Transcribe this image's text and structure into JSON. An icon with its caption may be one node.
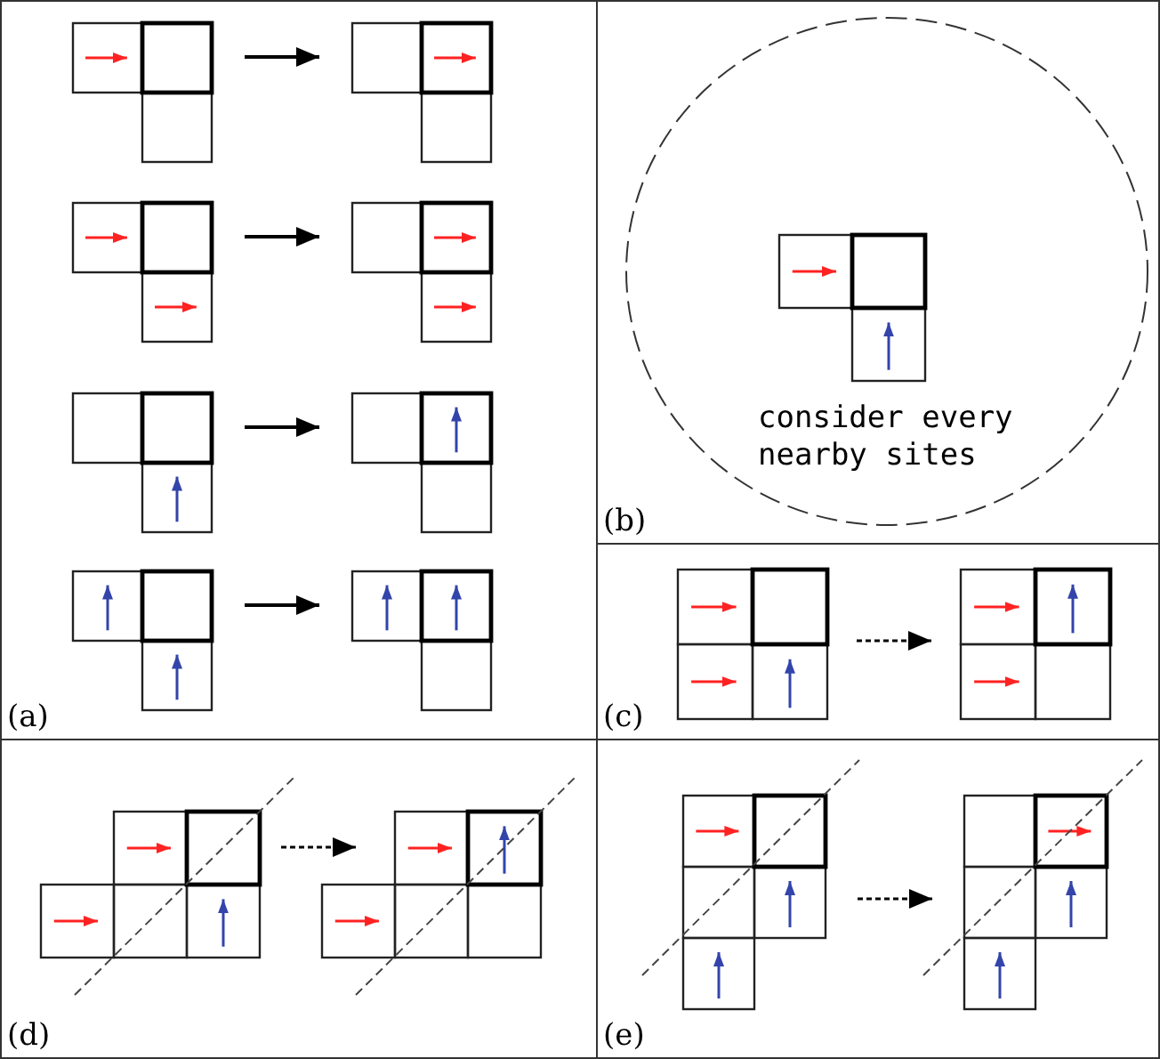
{
  "diagram": {
    "nodes": [
      {
        "text": [
          "(a)"
        ]
      },
      {
        "text": [],
        "shape": "box",
        "in": 0
      },
      {
        "text": [],
        "shape": "box",
        "in": 0
      },
      {
        "text": [],
        "shape": "box",
        "in": 0
      },
      {
        "text": [],
        "shape": "box",
        "in": 0
      },
      {
        "text": [],
        "shape": "box",
        "in": 0
      },
      {
        "text": [],
        "shape": "box",
        "in": 0
      },
      {
        "text": [],
        "shape": "box",
        "in": 0
      },
      {
        "text": [],
        "shape": "box",
        "in": 0
      },
      {
        "text": [
          "(b)"
        ]
      },
      {
        "text": [
          "consider every nearby sites"
        ],
        "in": 9
      },
      {
        "text": [],
        "shape": "box",
        "in": 10
      },
      {
        "text": [
          "(c)"
        ]
      },
      {
        "text": [],
        "shape": "box",
        "in": 12
      },
      {
        "text": [],
        "shape": "box",
        "in": 12
      },
      {
        "text": [
          "(d)"
        ]
      },
      {
        "text": [],
        "shape": "box",
        "in": 15
      },
      {
        "text": [],
        "shape": "box",
        "in": 15
      },
      {
        "text": [
          "(e)"
        ]
      },
      {
        "text": [],
        "shape": "box",
        "in": 18
      },
      {
        "text": [],
        "shape": "box",
        "in": 18
      }
    ],
    "edges": [
      {
        "from": 1,
        "to": 2,
        "arrow": "to"
      },
      {
        "from": 3,
        "to": 4,
        "arrow": "to"
      },
      {
        "from": 5,
        "to": 6,
        "arrow": "to"
      },
      {
        "from": 7,
        "to": 8,
        "arrow": "to"
      },
      {
        "from": 13,
        "to": 14,
        "arrow": "to",
        "style": "dashed"
      },
      {
        "from": 16,
        "to": 17,
        "arrow": "to",
        "style": "dashed"
      },
      {
        "from": 19,
        "to": 20,
        "arrow": "to",
        "style": "dashed"
      }
    ]
  }
}
